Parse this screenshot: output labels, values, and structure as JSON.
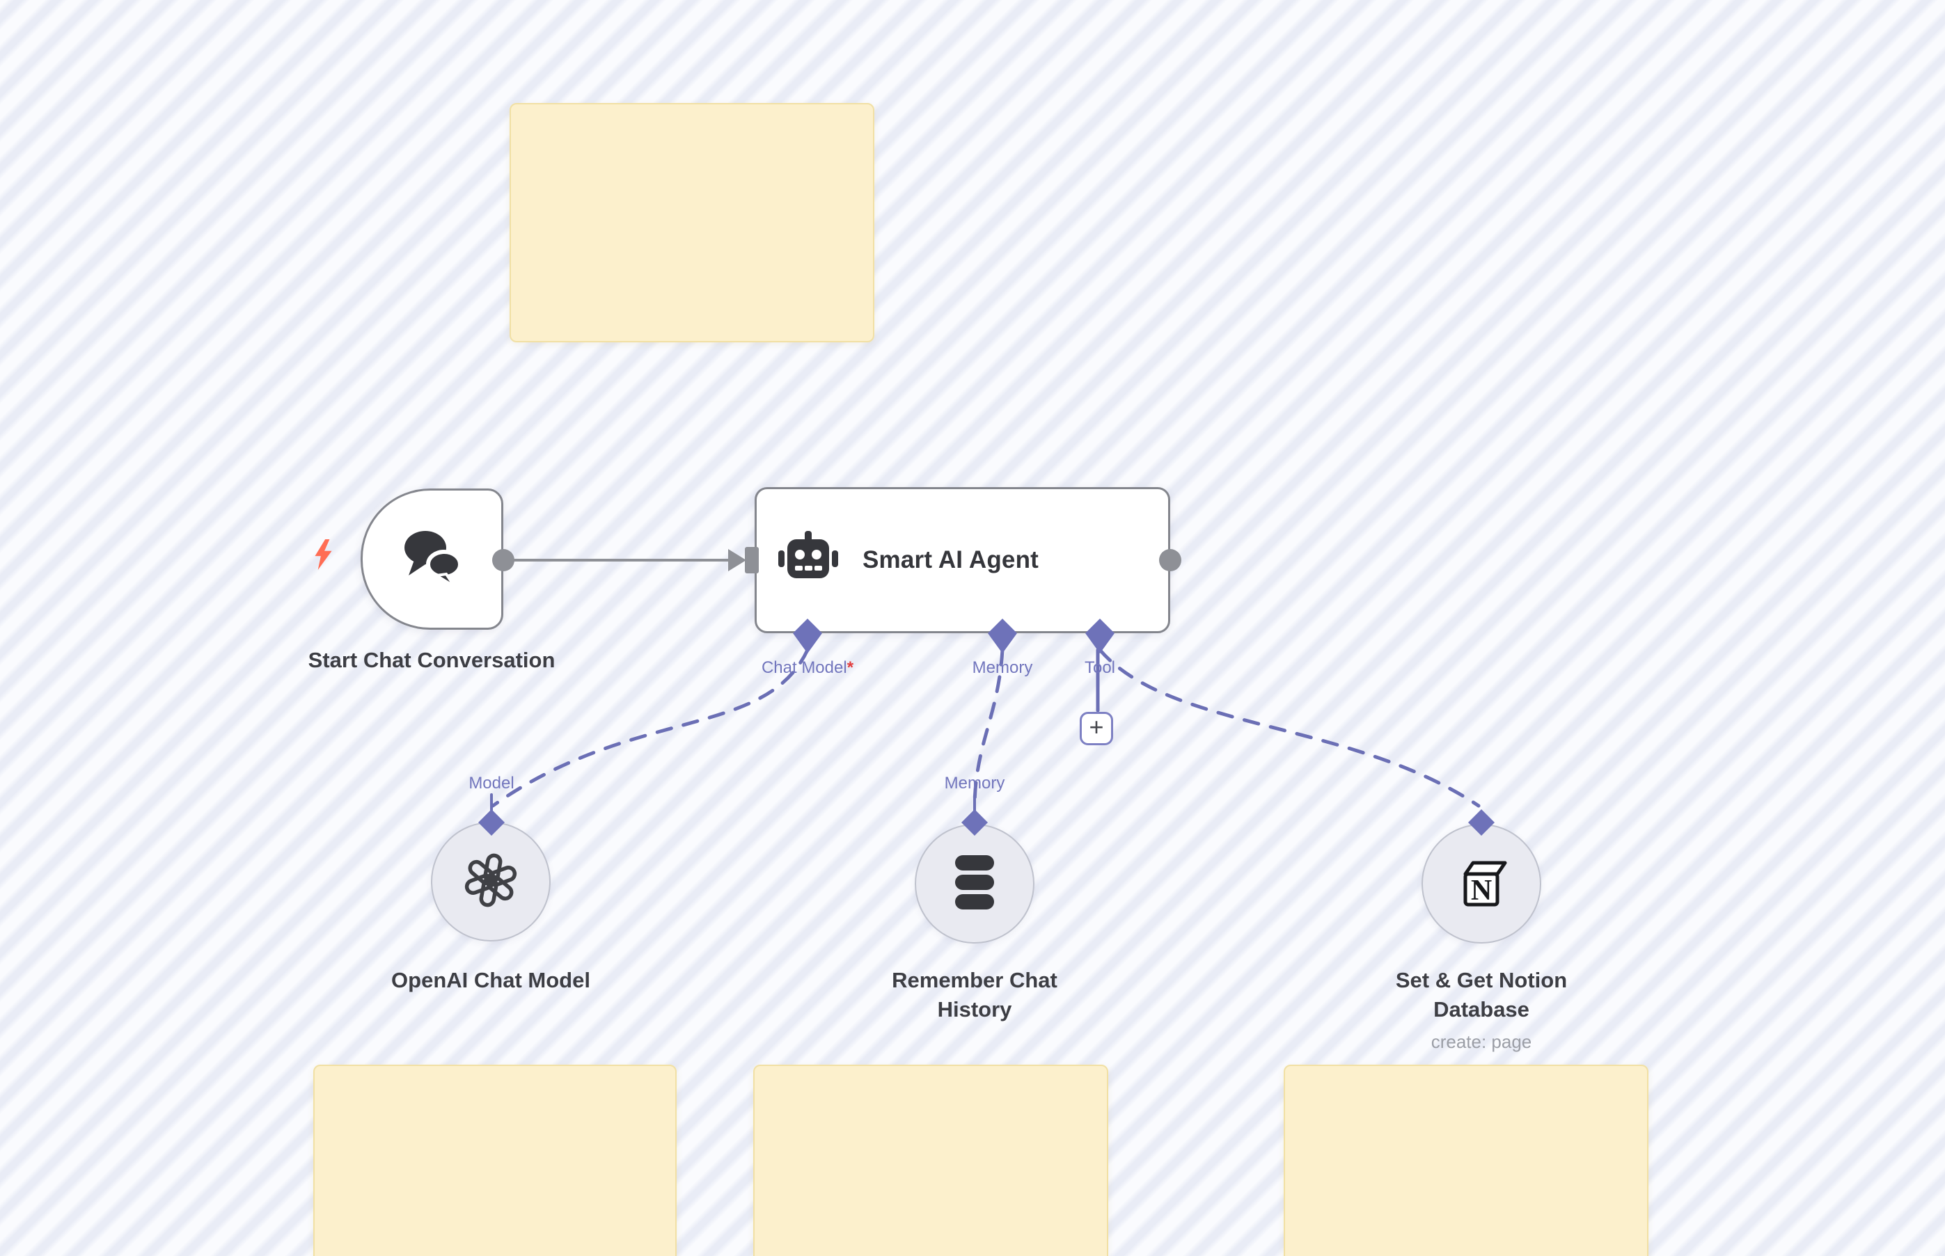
{
  "workflow": {
    "trigger": {
      "label": "Start Chat Conversation"
    },
    "agent": {
      "title": "Smart AI Agent",
      "required_marker": "*",
      "output_ports": [
        {
          "label": "Chat Model",
          "required": true
        },
        {
          "label": "Memory",
          "required": false
        },
        {
          "label": "Tool",
          "required": false
        }
      ]
    },
    "sub_nodes": [
      {
        "port_label": "Model",
        "label": "OpenAI Chat Model"
      },
      {
        "port_label": "Memory",
        "label": "Remember Chat History"
      },
      {
        "port_label": "",
        "label": "Set & Get Notion Database",
        "subtitle": "create: page"
      }
    ],
    "add_tool_button_label": "+",
    "sticky_note_count": 4
  },
  "icons": {
    "trigger": "lightning-bolt-icon",
    "trigger_node": "chat-bubbles-icon",
    "agent_node": "robot-icon",
    "openai_node": "openai-logo-icon",
    "memory_node": "database-icon",
    "notion_node": "notion-logo-icon",
    "add_tool": "plus-icon"
  },
  "colors": {
    "canvas_base": "#fafbfe",
    "canvas_stripe": "#e9ecf6",
    "sticky_fill": "#fcf0cc",
    "sticky_border": "#f1e0a4",
    "node_border": "#84868d",
    "node_bg": "#ffffff",
    "connection_gray": "#8e9096",
    "connection_purple": "#6b6fb5",
    "port_diamond": "#6e72b9",
    "port_label_text": "#7276bd",
    "required_asterisk": "#e23c3c",
    "node_label_text": "#3d3e44",
    "subtitle_text": "#9b9ea6",
    "icon_dark": "#36373c",
    "trigger_accent": "#ff6d54",
    "circle_fill": "#e9eaf1",
    "circle_border": "#bfc2cd"
  }
}
